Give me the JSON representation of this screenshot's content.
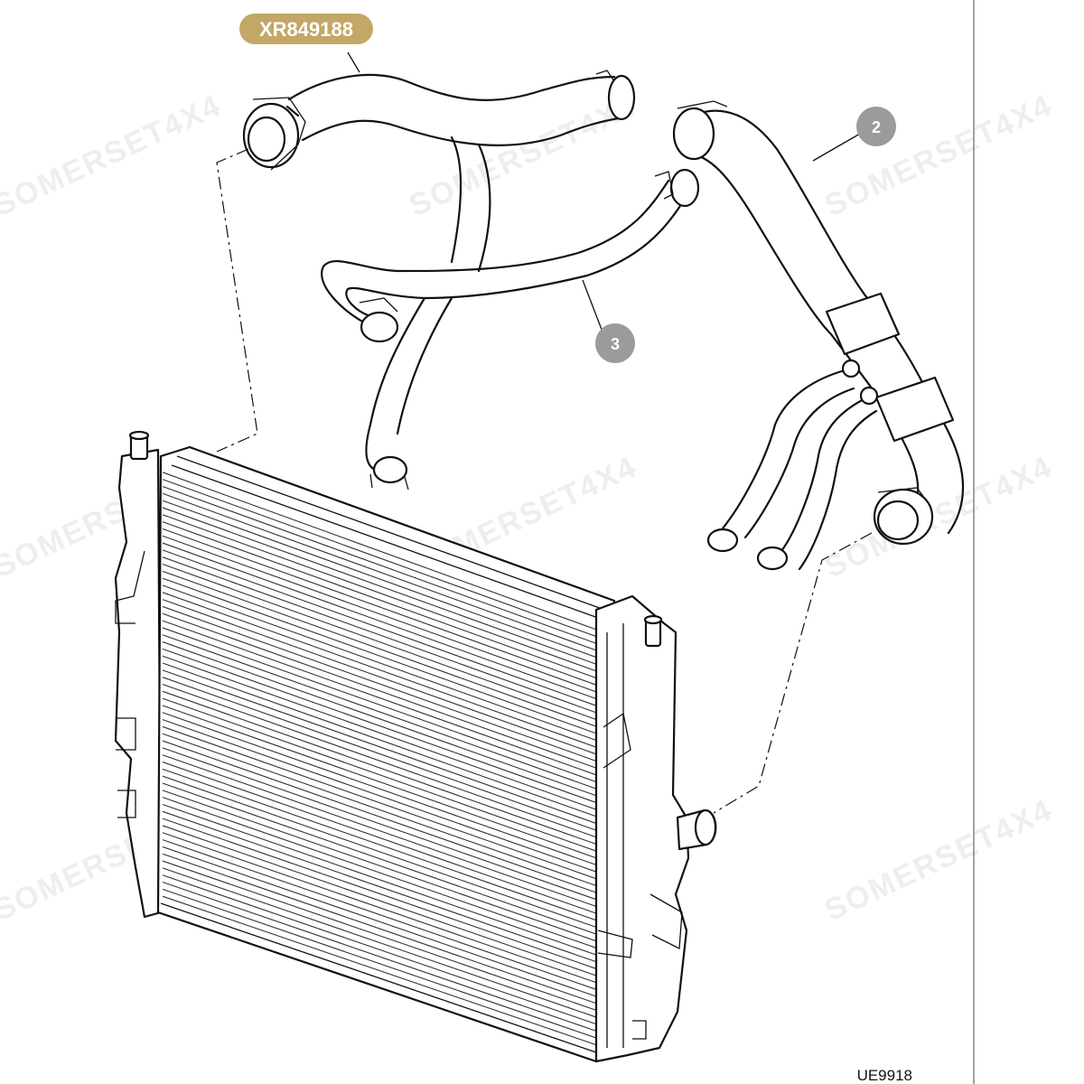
{
  "part_number_label": "XR849188",
  "callouts": [
    {
      "id": "callout-2",
      "text": "2"
    },
    {
      "id": "callout-3",
      "text": "3"
    }
  ],
  "diagram_code": "UE9918",
  "watermark": "SOMERSET4X4",
  "colors": {
    "part_badge": "#c3a766",
    "callout_circle": "#9b9b9b",
    "line": "#111111",
    "watermark": "#eeeeee"
  }
}
